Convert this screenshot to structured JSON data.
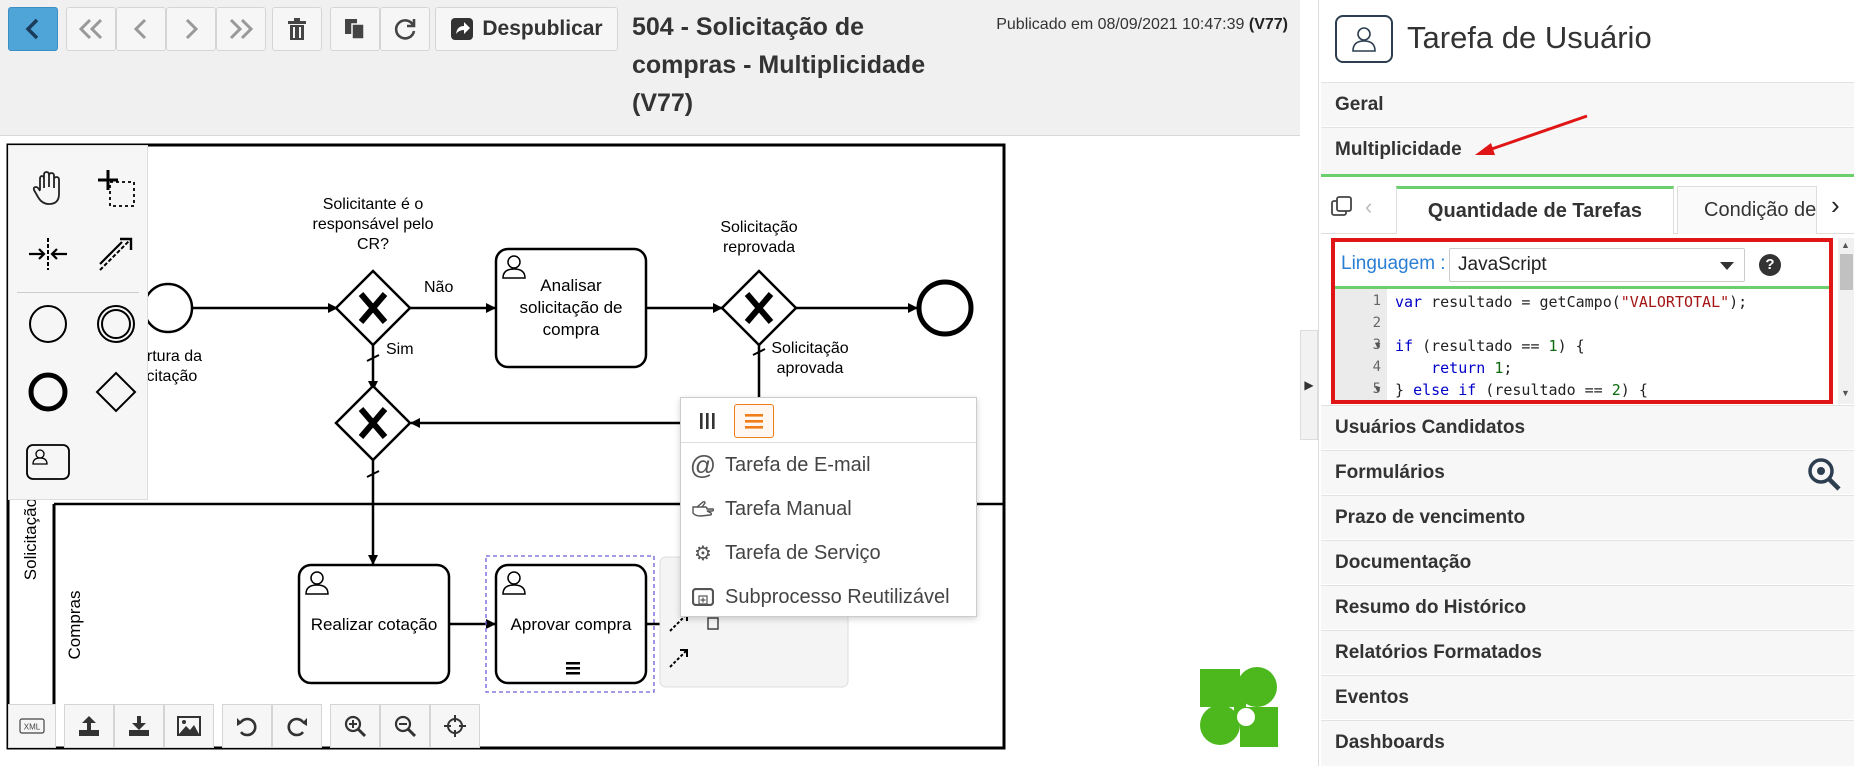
{
  "toolbar": {
    "publish_label": "Despublicar",
    "title": "504 - Solicitação de compras - Multiplicidade (V77)",
    "published_text": "Publicado em 08/09/2021 10:47:39",
    "published_version": "(V77)"
  },
  "diagram": {
    "gateway1_question": "Solicitante é o responsável pelo CR?",
    "gateway1_no": "Não",
    "gateway1_yes": "Sim",
    "task_analisar": "Analisar solicitação de compra",
    "gateway2_rejected": "Solicitação reprovada",
    "gateway2_approved": "Solicitação aprovada",
    "start_label_line1": "ertura da",
    "start_label_line2": "icitação",
    "task_cotacao": "Realizar cotação",
    "task_aprovar": "Aprovar compra",
    "lane_outer": "Solicitação d",
    "lane_compras": "Compras"
  },
  "context_menu": {
    "items": [
      {
        "label": "Tarefa de E-mail",
        "icon": "at-icon"
      },
      {
        "label": "Tarefa Manual",
        "icon": "hand-icon"
      },
      {
        "label": "Tarefa de Serviço",
        "icon": "gear-icon"
      },
      {
        "label": "Subprocesso Reutilizável",
        "icon": "subprocess-icon"
      }
    ]
  },
  "panel": {
    "title": "Tarefa de Usuário",
    "sections_top": [
      "Geral",
      "Multiplicidade"
    ],
    "tabs": [
      "Quantidade de Tarefas",
      "Condição de"
    ],
    "language_label": "Linguagem :",
    "language_value": "JavaScript",
    "help": "?",
    "code_lines": [
      {
        "n": "1",
        "text": "var resultado = getCampo(\"VALORTOTAL\");"
      },
      {
        "n": "2",
        "text": ""
      },
      {
        "n": "3",
        "text": "if (resultado == 1) {"
      },
      {
        "n": "4",
        "text": "    return 1;"
      },
      {
        "n": "5",
        "text": "} else if (resultado == 2) {"
      }
    ],
    "sections_bottom": [
      "Usuários Candidatos",
      "Formulários",
      "Prazo de vencimento",
      "Documentação",
      "Resumo do Histórico",
      "Relatórios Formatados",
      "Eventos",
      "Dashboards"
    ]
  },
  "colors": {
    "accent_blue": "#4fa4d8",
    "accent_green": "#6ccf6c",
    "highlight_red": "#e01515",
    "menu_orange": "#f07d1a",
    "logo_green": "#4cb81e"
  }
}
